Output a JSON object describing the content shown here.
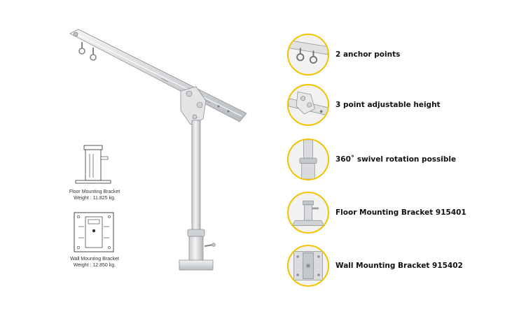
{
  "features": [
    {
      "label": "2 anchor points",
      "icon": "anchor-points-icon"
    },
    {
      "label": "3 point adjustable height",
      "icon": "adjustable-height-icon"
    },
    {
      "label": "360˚ swivel rotation possible",
      "icon": "swivel-rotation-icon"
    },
    {
      "label": "Floor Mounting Bracket 915401",
      "icon": "floor-bracket-icon"
    },
    {
      "label": "Wall Mounting Bracket 915402",
      "icon": "wall-bracket-icon"
    }
  ],
  "brackets": {
    "floor": {
      "title": "Floor Mounting Bracket",
      "weight": "Weight : 11.825 kg."
    },
    "wall": {
      "title": "Wall Mounting Bracket",
      "weight": "Weight : 12.850 kg."
    }
  },
  "colors": {
    "accent_ring": "#f2c400",
    "metal": "#e6e7e9",
    "metal_dark": "#9a9da1"
  }
}
